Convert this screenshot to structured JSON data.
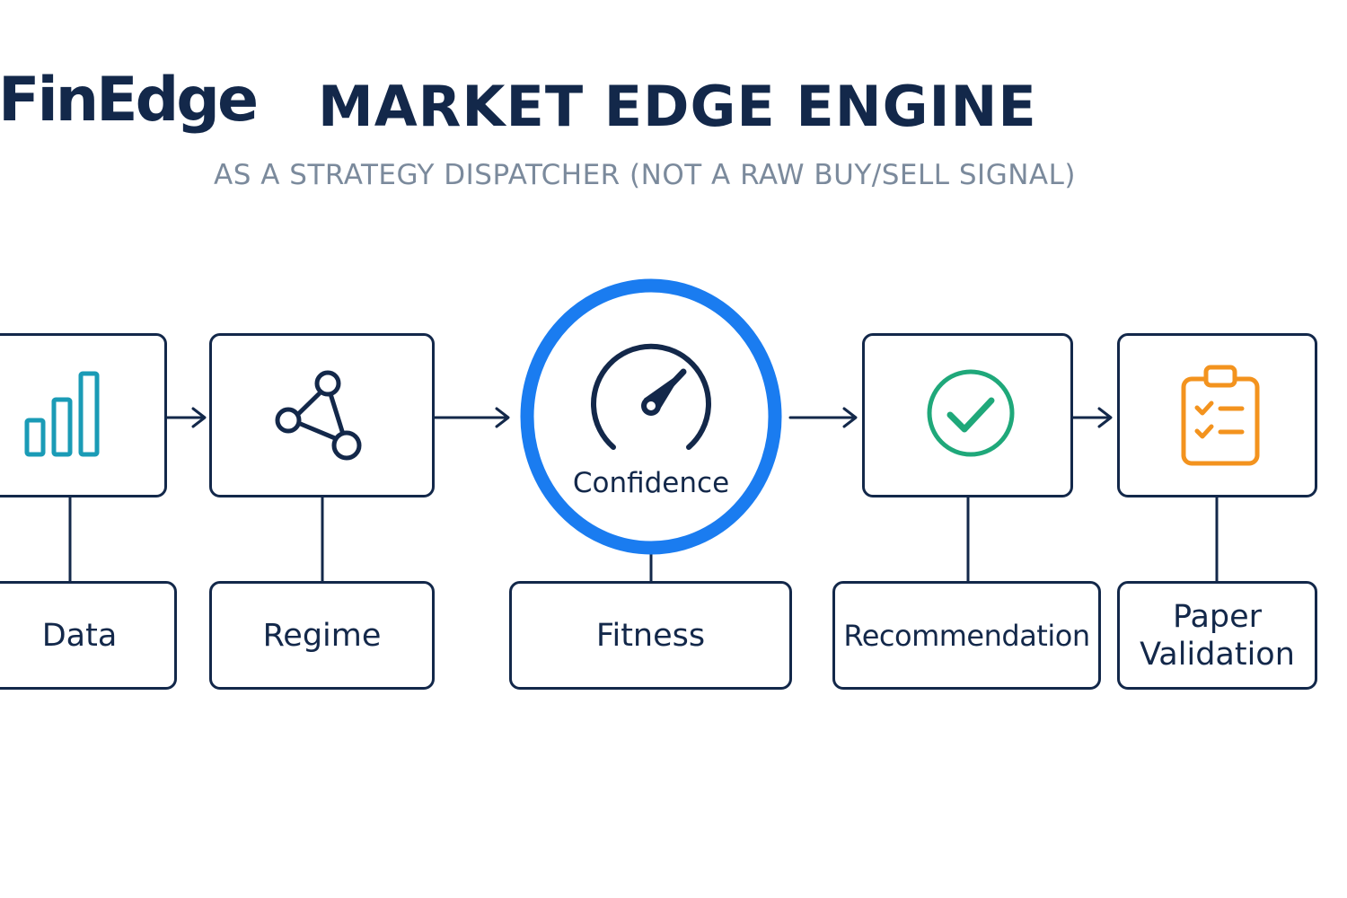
{
  "header": {
    "logo": "FinEdge",
    "title": "MARKET EDGE ENGINE",
    "subtitle": "AS A STRATEGY DISPATCHER (NOT A RAW BUY/SELL SIGNAL)"
  },
  "colors": {
    "navy": "#13284a",
    "accent_blue": "#1a7cf0",
    "teal": "#1a9bb6",
    "green": "#1fa87a",
    "orange": "#f3931e",
    "subtitle_gray": "#7b8a9c"
  },
  "stages": [
    {
      "icon": "bar-chart-icon",
      "label": "Data"
    },
    {
      "icon": "network-nodes-icon",
      "label": "Regime"
    },
    {
      "icon": "gauge-icon",
      "ring_label": "Confidence",
      "label": "Fitness"
    },
    {
      "icon": "check-circle-icon",
      "label": "Recommendation"
    },
    {
      "icon": "clipboard-checklist-icon",
      "label_lines": [
        "Paper",
        "Validation"
      ]
    }
  ]
}
